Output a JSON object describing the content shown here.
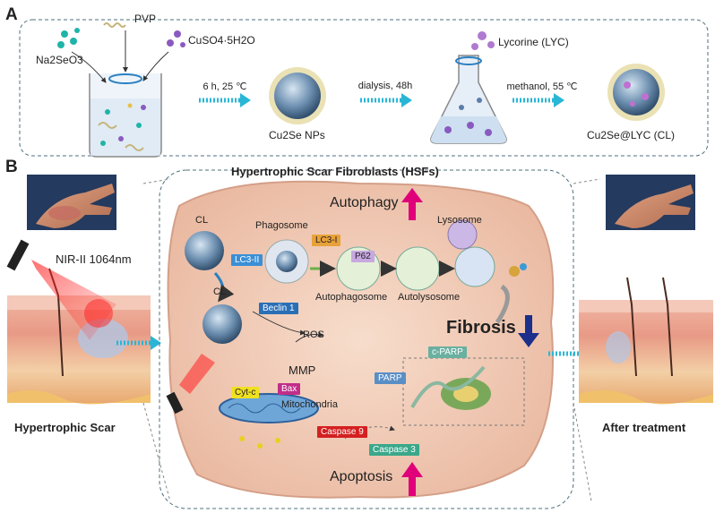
{
  "panelA": {
    "letter": "A",
    "reagents": {
      "pvp": "PVP",
      "cuso4": "CuSO4·5H2O",
      "na2seo3": "Na2SeO3"
    },
    "step1": "6 h, 25 ℃",
    "product1": "Cu2Se NPs",
    "step2": "dialysis, 48h",
    "lycorine": "Lycorine (LYC)",
    "step3": "methanol, 55 ℃",
    "product2": "Cu2Se@LYC (CL)"
  },
  "panelB": {
    "letter": "B",
    "title": "Hypertrophic Scar Fibroblasts (HSFs)",
    "nir": "NIR-II 1064nm",
    "scar_label": "Hypertrophic Scar",
    "after_label": "After treatment",
    "autophagy": "Autophagy",
    "apoptosis": "Apoptosis",
    "fibrosis": "Fibrosis",
    "cl1": "CL",
    "cl2": "CL",
    "phagosome": "Phagosome",
    "lysosome": "Lysosome",
    "autophagosome": "Autophagosome",
    "autolysosome": "Autolysosome",
    "ros": "ROS",
    "mmp": "MMP",
    "mitochondria": "Mitochondria",
    "tags": {
      "lc3i": "LC3-I",
      "lc3ii": "LC3-II",
      "p62": "P62",
      "beclin": "Beclin 1",
      "bax": "Bax",
      "cytc": "Cyt-c",
      "caspase9": "Caspase 9",
      "caspase3": "Caspase 3",
      "parp": "PARP",
      "cparp": "c-PARP"
    }
  },
  "colors": {
    "up": "#e0007a",
    "down": "#1c2f8a",
    "cell": "#f3d3c0",
    "teal": "#29b6d6"
  }
}
